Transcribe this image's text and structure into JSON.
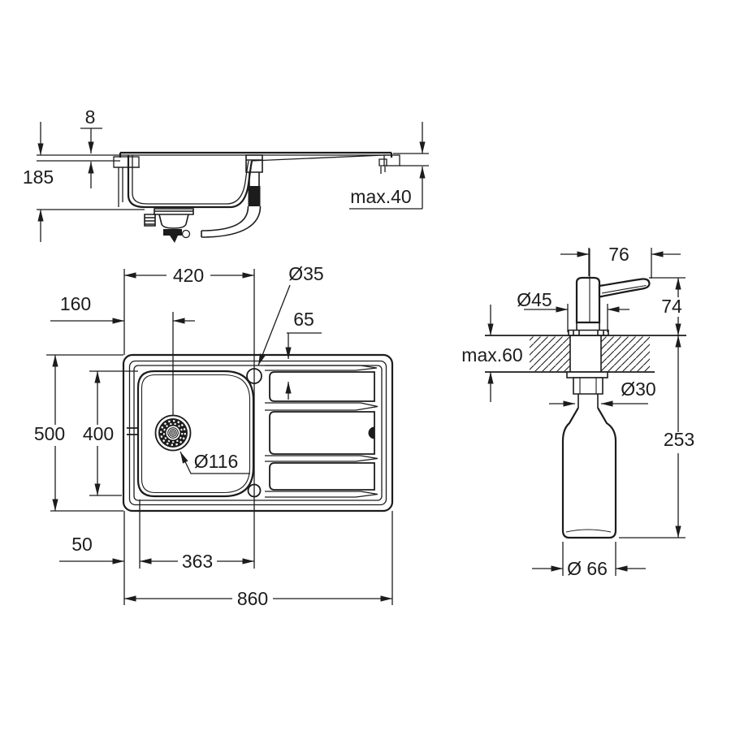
{
  "colors": {
    "line": "#1c1c1c",
    "background": "#ffffff"
  },
  "side_view": {
    "labels": {
      "rim_height": "8",
      "installed_depth": "185",
      "counter_thickness_max": "max.40"
    }
  },
  "plan_view": {
    "labels": {
      "bowl_center_from_left": "420",
      "tap_hole_diameter": "Ø35",
      "drain_from_left": "160",
      "hole_from_edge": "65",
      "overall_depth": "500",
      "bowl_depth": "400",
      "drain_diameter": "Ø116",
      "bowl_from_edge": "50",
      "bowl_width": "363",
      "overall_length": "860"
    }
  },
  "dispenser_view": {
    "labels": {
      "spout_reach": "76",
      "escutcheon_diameter": "Ø45",
      "height_above_counter": "74",
      "counter_thickness_max": "max.60",
      "shank_diameter": "Ø30",
      "depth_below_counter": "253",
      "bottle_diameter": "Ø 66"
    }
  }
}
